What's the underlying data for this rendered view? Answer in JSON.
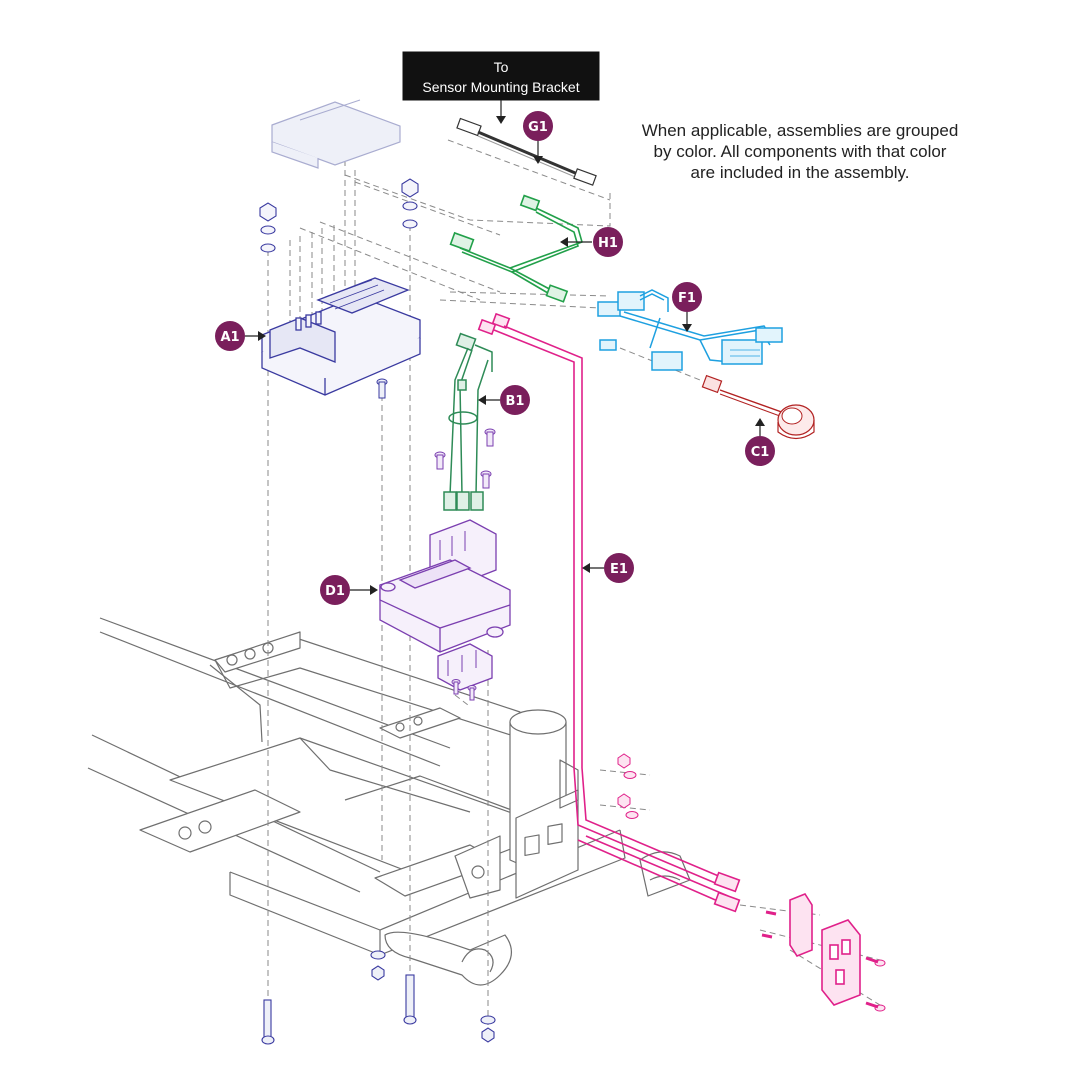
{
  "destination_label": {
    "line1": "To",
    "line2": "Sensor Mounting Bracket"
  },
  "note": {
    "line1": "When applicable, assemblies are grouped",
    "line2": "by color. All components with that color",
    "line3": "are included in the assembly."
  },
  "callouts": {
    "a1": "A1",
    "b1": "B1",
    "c1": "C1",
    "d1": "D1",
    "e1": "E1",
    "f1": "F1",
    "g1": "G1",
    "h1": "H1"
  },
  "colors": {
    "callout": "#7a1f5c",
    "controller_a1": "#3a3aa0",
    "harness_b1": "#2e8b57",
    "buzzer_c1": "#b22222",
    "bracket_d1": "#7b3fb0",
    "harness_e1": "#e0218a",
    "harness_f1": "#1ea0e0",
    "cable_g1": "#333333",
    "harness_h1": "#22a04a",
    "frame": "#6f6f6f"
  }
}
